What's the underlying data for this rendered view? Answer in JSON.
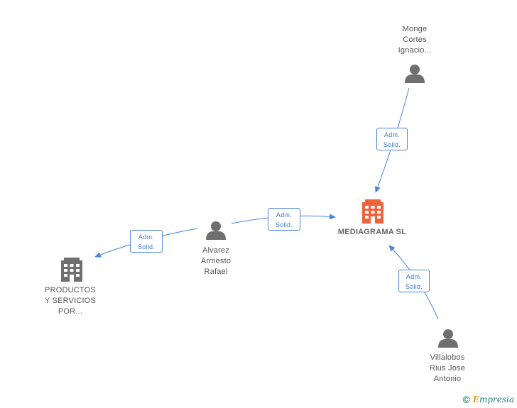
{
  "nodes": {
    "main": {
      "label": "MEDIAGRAMA SL",
      "color": "#f0643c"
    },
    "monge": {
      "lines": [
        "Monge",
        "Cortes",
        "Ignacio..."
      ]
    },
    "alvarez": {
      "lines": [
        "Alvarez",
        "Armesto",
        "Rafael"
      ]
    },
    "villalobos": {
      "lines": [
        "Villalobos",
        "Rius Jose",
        "Antonio"
      ]
    },
    "productos": {
      "lines": [
        "PRODUCTOS",
        "Y SERVICIOS",
        "POR..."
      ]
    }
  },
  "edges": {
    "monge_main": {
      "line1": "Adm.",
      "line2": "Solid."
    },
    "alvarez_main": {
      "line1": "Adm.",
      "line2": "Solid."
    },
    "alvarez_productos": {
      "line1": "Adm.",
      "line2": "Solid."
    },
    "villalobos_main": {
      "line1": "Adm.",
      "line2": "Solid."
    }
  },
  "colors": {
    "edge": "#4a86d8",
    "person": "#6f6f6f",
    "company": "#6f6f6f",
    "main": "#f0643c"
  },
  "icons": {
    "person": "person-icon",
    "company": "building-icon"
  },
  "footer": {
    "copyright": "©",
    "brand_first": "E",
    "brand_rest": "mpresia"
  }
}
